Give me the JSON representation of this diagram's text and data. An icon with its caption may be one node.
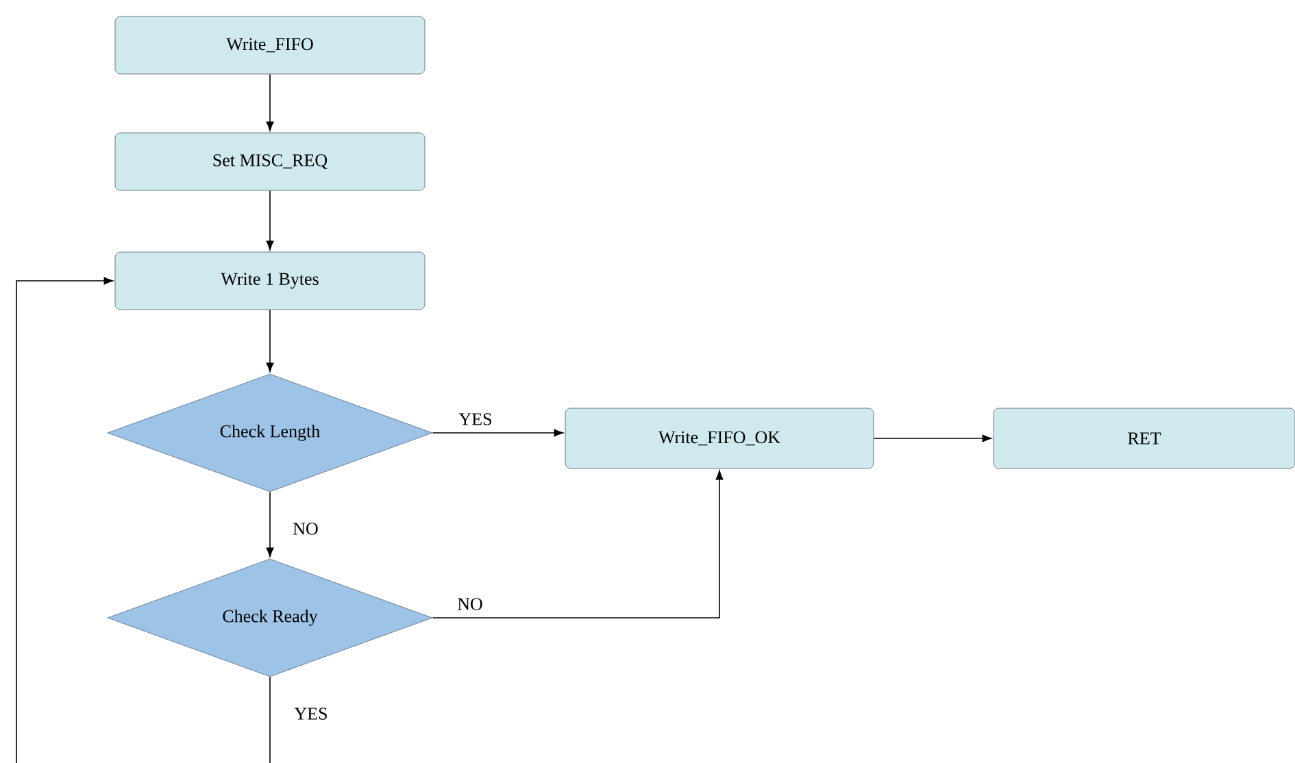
{
  "diagram": {
    "nodes": [
      {
        "text": [
          "Write_FIFO"
        ]
      },
      {
        "text": [
          "Set MISC_REQ"
        ]
      },
      {
        "text": [
          "Write 1 Bytes"
        ]
      },
      {
        "text": [
          "Check Length"
        ]
      },
      {
        "text": [
          "Write_FIFO_OK"
        ]
      },
      {
        "text": [
          "RET"
        ]
      },
      {
        "text": [
          "Check Ready"
        ]
      }
    ],
    "edges": [
      {
        "from": 0,
        "to": 1,
        "arrow": "to"
      },
      {
        "from": 1,
        "to": 2,
        "arrow": "to"
      },
      {
        "from": 2,
        "to": 3,
        "arrow": "to"
      },
      {
        "from": 3,
        "to": 4,
        "arrow": "to",
        "label": "YES"
      },
      {
        "from": 3,
        "to": 6,
        "arrow": "to",
        "label": "NO"
      },
      {
        "from": 6,
        "to": 4,
        "arrow": "to",
        "label": "NO"
      },
      {
        "from": 4,
        "to": 5,
        "arrow": "to"
      },
      {
        "from": 6,
        "to": null,
        "arrow": "none",
        "label": "YES"
      },
      {
        "from": null,
        "to": 2,
        "arrow": "to"
      }
    ]
  }
}
